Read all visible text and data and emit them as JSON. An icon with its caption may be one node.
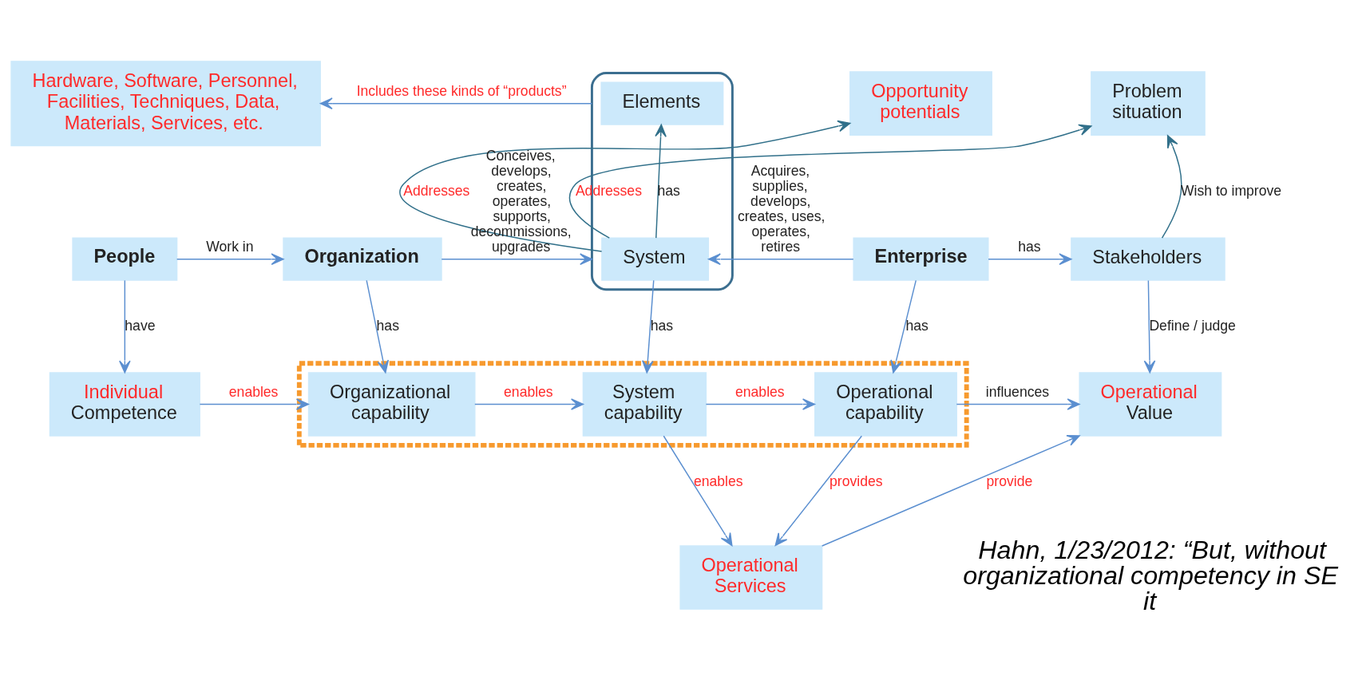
{
  "diagram": {
    "nodes": [
      {
        "text": [
          "Hardware, Software, Personnel, Facilities, Techniques, Data, Materials, Services, etc."
        ]
      },
      {
        "text": [],
        "shape": "box"
      },
      {
        "text": [
          "Elements"
        ],
        "in": 1
      },
      {
        "text": [
          "System"
        ],
        "in": 1
      },
      {
        "text": [
          "Opportunity potentials"
        ]
      },
      {
        "text": [
          "Problem situation"
        ]
      },
      {
        "text": [
          "People"
        ]
      },
      {
        "text": [
          "Organization"
        ]
      },
      {
        "text": [
          "Enterprise"
        ]
      },
      {
        "text": [
          "Stakeholders"
        ]
      },
      {
        "text": [],
        "shape": "box"
      },
      {
        "text": [
          "Individual",
          "Competence"
        ]
      },
      {
        "text": [
          "Organizational capability"
        ],
        "in": 10
      },
      {
        "text": [
          "System capability"
        ],
        "in": 10
      },
      {
        "text": [
          "Operational capability"
        ],
        "in": 10
      },
      {
        "text": [
          "Operational",
          "Value"
        ]
      },
      {
        "text": [
          "Operational Services"
        ]
      }
    ],
    "edges": [
      {
        "from": 1,
        "to": 0,
        "arrow": "to",
        "label": "Includes these kinds of “products”"
      },
      {
        "from": 3,
        "to": 2,
        "arrow": "to",
        "label": "has",
        "color": "#31708a"
      },
      {
        "from": 3,
        "to": 4,
        "arrow": "to",
        "label": "Addresses",
        "color": "#31708a"
      },
      {
        "from": 3,
        "to": 5,
        "arrow": "to",
        "label": "Addresses",
        "color": "#31708a"
      },
      {
        "from": 9,
        "to": 5,
        "arrow": "to",
        "label": "Wish to improve",
        "color": "#31708a"
      },
      {
        "from": 6,
        "to": 7,
        "arrow": "to",
        "label": "Work in"
      },
      {
        "from": 7,
        "to": 1,
        "arrow": "to",
        "label": "Conceives, develops, creates, operates, supports, decommissions, upgrades"
      },
      {
        "from": 8,
        "to": 3,
        "arrow": "to",
        "label": "Acquires, supplies, develops, creates, uses, operates, retires"
      },
      {
        "from": 8,
        "to": 9,
        "arrow": "to",
        "label": "has"
      },
      {
        "from": 9,
        "to": 15,
        "arrow": "to",
        "label": "Define / judge"
      },
      {
        "from": 6,
        "to": 11,
        "arrow": "to",
        "label": "have"
      },
      {
        "from": 7,
        "to": 12,
        "arrow": "to",
        "label": "has"
      },
      {
        "from": 3,
        "to": 13,
        "arrow": "to",
        "label": "has"
      },
      {
        "from": 8,
        "to": 14,
        "arrow": "to",
        "label": "has"
      },
      {
        "from": 11,
        "to": 12,
        "arrow": "to",
        "label": "enables"
      },
      {
        "from": 12,
        "to": 13,
        "arrow": "to",
        "label": "enables"
      },
      {
        "from": 13,
        "to": 14,
        "arrow": "to",
        "label": "enables"
      },
      {
        "from": 14,
        "to": 15,
        "arrow": "to",
        "label": "influences"
      },
      {
        "from": 14,
        "to": 16,
        "arrow": "to",
        "label": "provides"
      },
      {
        "from": 13,
        "to": 16,
        "arrow": "to",
        "label": "enables"
      },
      {
        "from": 16,
        "to": 15,
        "arrow": "to",
        "label": "provide"
      }
    ],
    "labels": [
      "Hahn, 1/23/2012: “But, without organizational competency in SE it"
    ]
  }
}
